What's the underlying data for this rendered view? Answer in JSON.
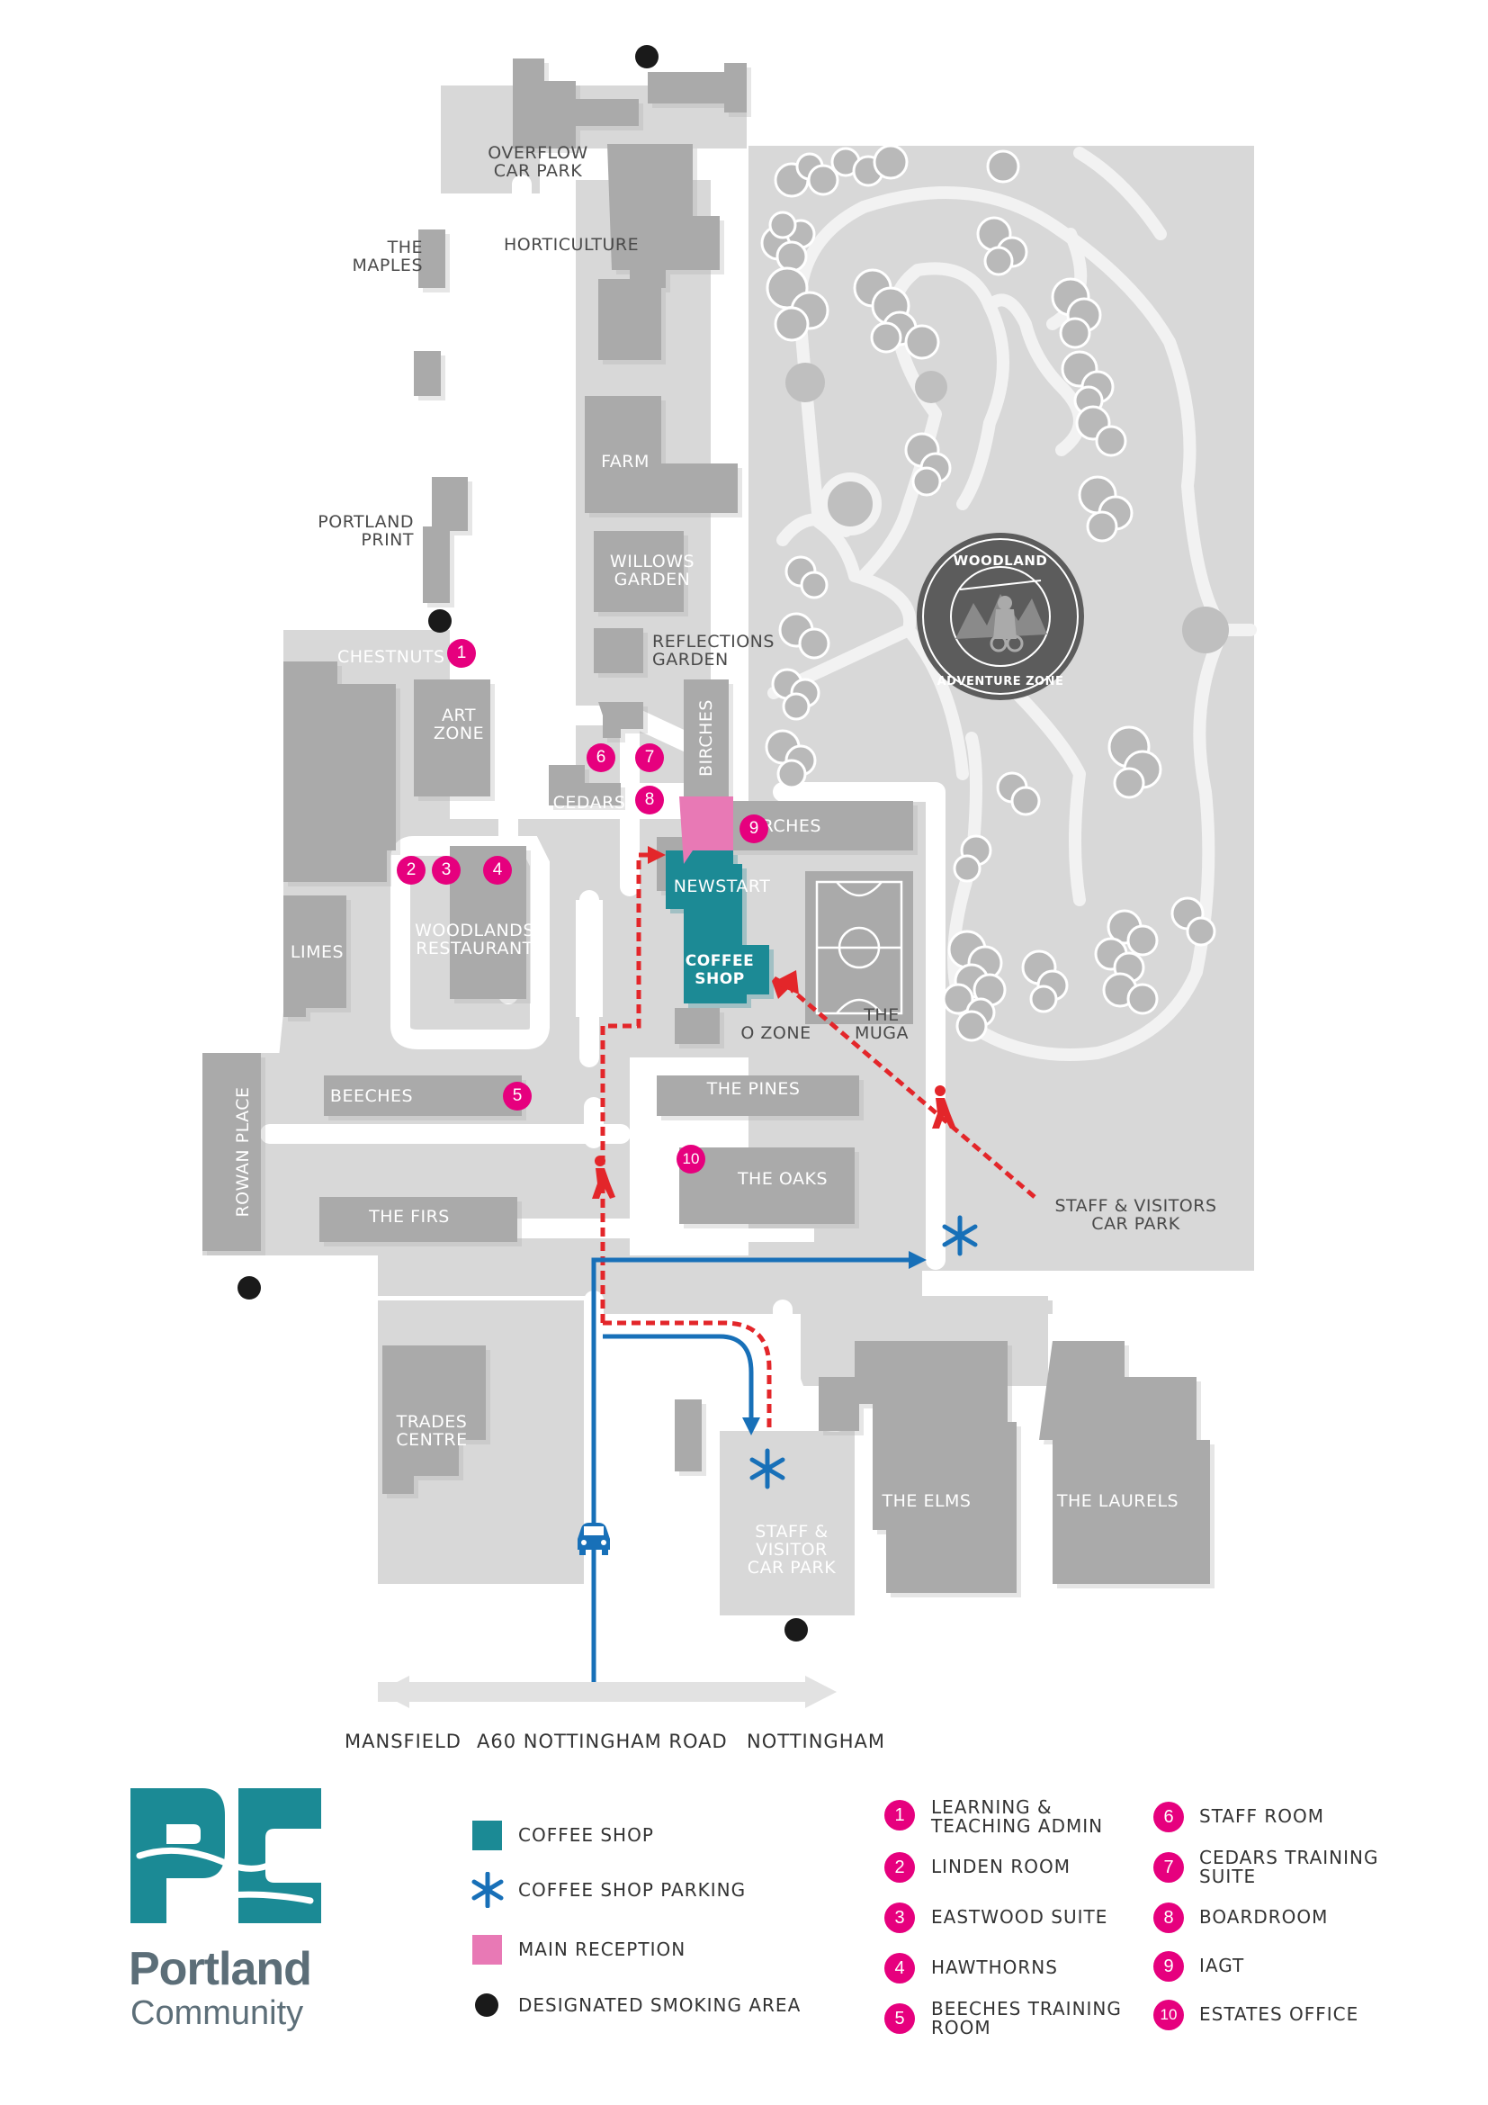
{
  "colors": {
    "building": "#aaaaaa",
    "ground": "#d8d8d8",
    "path": "#ffffff",
    "coffee_shop": "#1b8a95",
    "main_reception": "#e879b5",
    "badge": "#e6007e",
    "route_red": "#e3262a",
    "route_blue": "#1870b8",
    "smoking": "#1a1a1a"
  },
  "labels": {
    "overflow_car_park": "OVERFLOW\nCAR PARK",
    "horticulture": "HORTICULTURE",
    "the_maples": "THE\nMAPLES",
    "farm": "FARM",
    "portland_print": "PORTLAND\nPRINT",
    "willows_garden": "WILLOWS\nGARDEN",
    "reflections_garden": "REFLECTIONS\nGARDEN",
    "chestnuts": "CHESTNUTS",
    "art_zone": "ART\nZONE",
    "birches_vertical": "BIRCHES",
    "cedars": "CEDARS",
    "birches": "BIRCHES",
    "newstart": "NEWSTART",
    "coffee_shop": "COFFEE\nSHOP",
    "woodlands_restaurant": "WOODLANDS\nRESTAURANT",
    "limes": "LIMES",
    "the_muga": "THE\nMUGA",
    "o_zone": "O ZONE",
    "beeches": "BEECHES",
    "the_pines": "THE PINES",
    "rowan_place": "ROWAN PLACE",
    "the_oaks": "THE OAKS",
    "the_firs": "THE FIRS",
    "staff_visitors_car_park": "STAFF & VISITORS\nCAR PARK",
    "trades_centre": "TRADES\nCENTRE",
    "the_elms": "THE ELMS",
    "the_laurels": "THE LAURELS",
    "staff_visitor_car_park": "STAFF &\nVISITOR\nCAR PARK",
    "woodland_top": "WOODLAND",
    "woodland_bottom": "ADVENTURE ZONE"
  },
  "road": {
    "left": "MANSFIELD",
    "center": "A60 NOTTINGHAM ROAD",
    "right": "NOTTINGHAM"
  },
  "brand": {
    "line1": "Portland",
    "line2": "Community"
  },
  "legend": {
    "symbols": [
      {
        "label": "COFFEE SHOP"
      },
      {
        "label": "COFFEE SHOP PARKING"
      },
      {
        "label": "MAIN RECEPTION"
      },
      {
        "label": "DESIGNATED SMOKING AREA"
      }
    ],
    "numbered": [
      {
        "num": "1",
        "text": "LEARNING &\nTEACHING ADMIN"
      },
      {
        "num": "2",
        "text": "LINDEN ROOM"
      },
      {
        "num": "3",
        "text": "EASTWOOD SUITE"
      },
      {
        "num": "4",
        "text": "HAWTHORNS"
      },
      {
        "num": "5",
        "text": "BEECHES TRAINING\nROOM"
      },
      {
        "num": "6",
        "text": "STAFF ROOM"
      },
      {
        "num": "7",
        "text": "CEDARS TRAINING\nSUITE"
      },
      {
        "num": "8",
        "text": "BOARDROOM"
      },
      {
        "num": "9",
        "text": "IAGT"
      },
      {
        "num": "10",
        "text": "ESTATES OFFICE"
      }
    ]
  }
}
